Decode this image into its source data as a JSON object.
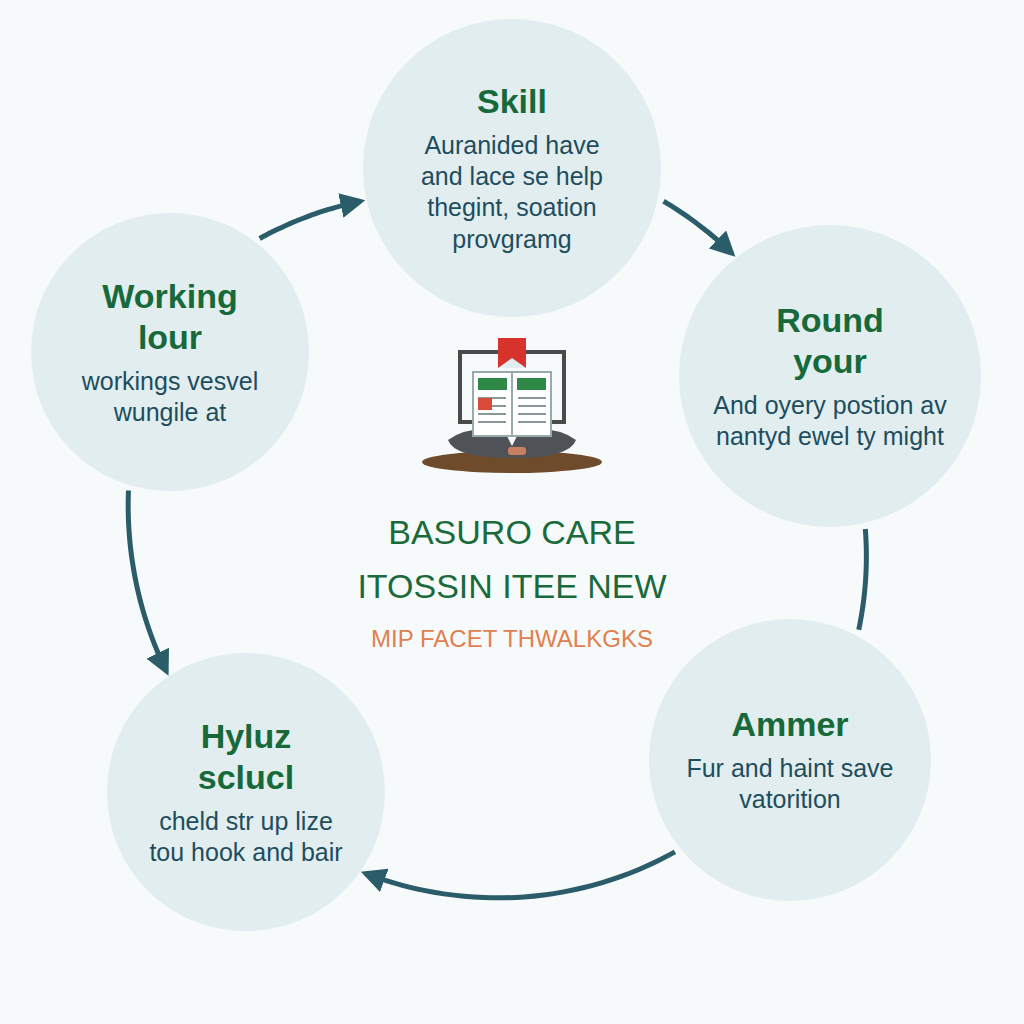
{
  "diagram": {
    "title": "BASURO CARE ITOSSIN ITEE NEW",
    "caption": "MIP FACET THWALKGKS",
    "nodes": [
      {
        "text": [
          "Skill",
          "Auranided have and lace se help thegint, soation provgramg"
        ]
      },
      {
        "text": [
          "Round your",
          "And oyery postion av nantyd ewel ty might"
        ]
      },
      {
        "text": [
          "Ammer",
          "Fur and haint save vatorition"
        ]
      },
      {
        "text": [
          "Hyluz sclucl",
          "cheld str up lize tou hook and bair"
        ]
      },
      {
        "text": [
          "Working lour",
          "workings vesvel wungile at"
        ]
      }
    ],
    "edges": [
      {
        "from": 4,
        "to": 0,
        "arrow": "to"
      },
      {
        "from": 0,
        "to": 1,
        "arrow": "to"
      },
      {
        "from": 1,
        "to": 2,
        "arrow": "none"
      },
      {
        "from": 2,
        "to": 3,
        "arrow": "to"
      },
      {
        "from": 4,
        "to": 3,
        "arrow": "to"
      }
    ]
  }
}
